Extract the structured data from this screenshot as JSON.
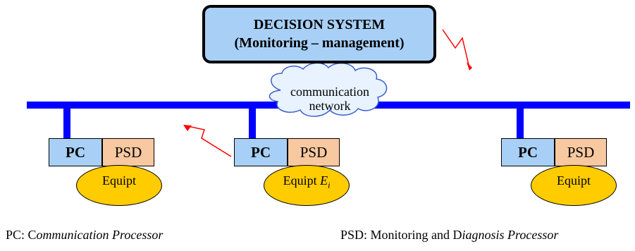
{
  "decision_system": {
    "line1": "DECISION SYSTEM",
    "line2": "(Monitoring – management)"
  },
  "network": {
    "line1": "communication",
    "line2": "network"
  },
  "nodes": [
    {
      "pc": "PC",
      "psd": "PSD",
      "equip": "Equipt",
      "sub": ""
    },
    {
      "pc": "PC",
      "psd": "PSD",
      "equip": "Equipt",
      "var": "E",
      "sub": "i"
    },
    {
      "pc": "PC",
      "psd": "PSD",
      "equip": "Equipt",
      "sub": ""
    }
  ],
  "legend": {
    "pc_prefix": "PC: C",
    "pc_italic": "ommunication Processor",
    "psd_prefix": "PSD: Monitoring and D",
    "psd_italic": "iagnosis Processor"
  },
  "colors": {
    "bus": "#0000ff",
    "decision_fill": "#a8d0f7",
    "pc_fill": "#a8d0f7",
    "psd_fill": "#f8c8a0",
    "equip_fill": "#ffcc00",
    "cloud_fill": "#e8f3ff",
    "cloud_stroke": "#3a5fd0",
    "signal": "#ff0000"
  }
}
